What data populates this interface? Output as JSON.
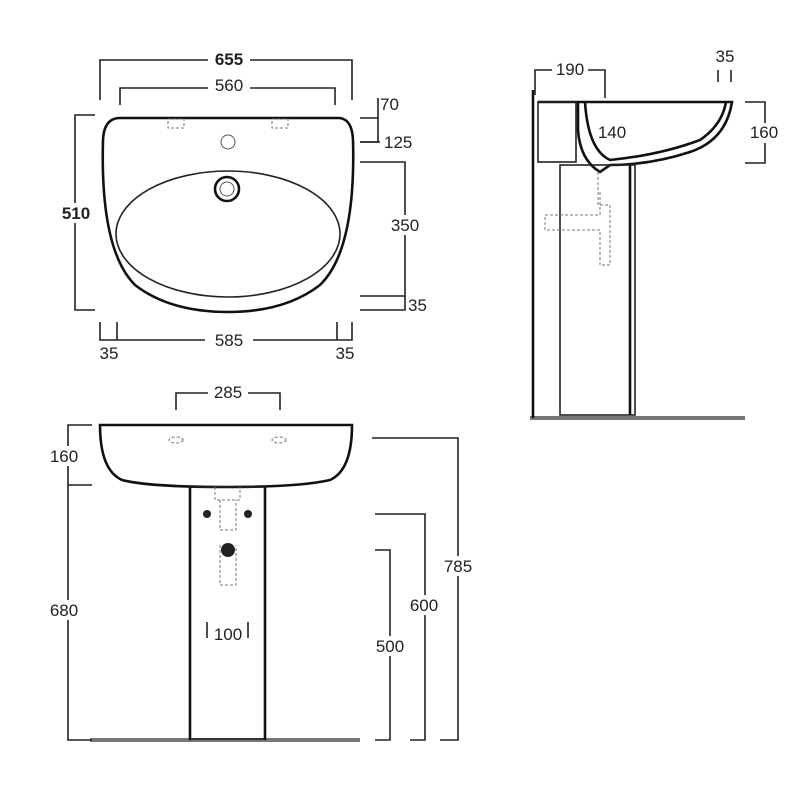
{
  "top_view": {
    "overall_width": "655",
    "tap_span": "560",
    "depth": "510",
    "rim_to_taphole": "70",
    "taphole_offset": "125",
    "bowl_depth": "350",
    "front_rim": "35",
    "left_margin": "35",
    "bowl_width": "585",
    "right_margin": "35"
  },
  "side_view": {
    "wall_projection": "190",
    "rim_thickness": "35",
    "inner_depth": "140",
    "basin_height": "160"
  },
  "front_view": {
    "fixing_span": "285",
    "basin_height": "160",
    "pedestal_height": "680",
    "waste_width": "100",
    "total_height": "785",
    "fixing_height": "600",
    "waste_height": "500"
  }
}
